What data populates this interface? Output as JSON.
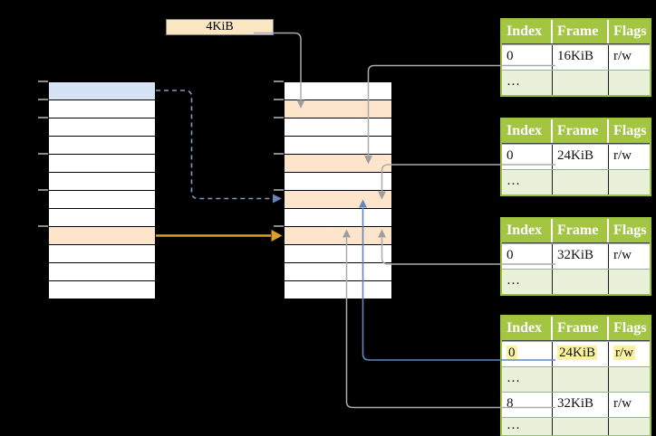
{
  "label": "4KiB",
  "page_tables": [
    {
      "headers": [
        "Index",
        "Frame",
        "Flags"
      ],
      "rows": [
        {
          "cells": [
            "0",
            "16KiB",
            "r/w"
          ]
        },
        {
          "cells": [
            "…",
            "",
            ""
          ]
        }
      ]
    },
    {
      "headers": [
        "Index",
        "Frame",
        "Flags"
      ],
      "rows": [
        {
          "cells": [
            "0",
            "24KiB",
            "r/w"
          ]
        },
        {
          "cells": [
            "…",
            "",
            ""
          ]
        }
      ]
    },
    {
      "headers": [
        "Index",
        "Frame",
        "Flags"
      ],
      "rows": [
        {
          "cells": [
            "0",
            "32KiB",
            "r/w"
          ]
        },
        {
          "cells": [
            "…",
            "",
            ""
          ]
        }
      ]
    },
    {
      "headers": [
        "Index",
        "Frame",
        "Flags"
      ],
      "rows": [
        {
          "cells": [
            "0",
            "24KiB",
            "r/w"
          ],
          "highlighted": true
        },
        {
          "cells": [
            "…",
            "",
            ""
          ]
        },
        {
          "cells": [
            "8",
            "32KiB",
            "r/w"
          ]
        },
        {
          "cells": [
            "…",
            "",
            ""
          ]
        }
      ]
    }
  ],
  "memory_columns": {
    "left_column": {
      "rows": 12,
      "blue_row_index": 1,
      "orange_row_index": 9
    },
    "middle_column": {
      "rows": 12,
      "orange_row_indices": [
        2,
        5,
        7,
        9
      ]
    }
  },
  "colors": {
    "background": "#000000",
    "table_header_green": "#A3C541",
    "table_alt_row_green": "#EAF1DA",
    "table_border_green": "#9CC13C",
    "frame_orange": "#FCE5CB",
    "page_blue": "#D5E3F4",
    "label_cream": "#FAE7C1",
    "highlight_yellow": "#FBF1A0",
    "arrow_orange": "#DFA125",
    "arrow_blue": "#6286C0",
    "arrow_gray": "#ABABAB"
  }
}
